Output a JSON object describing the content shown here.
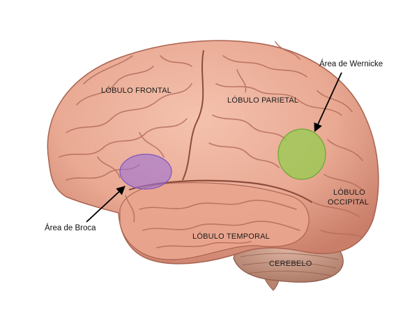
{
  "labels": {
    "frontal": "LÓBULO FRONTAL",
    "parietal": "LÓBULO PARIETAL",
    "occipital_line1": "LÓBULO",
    "occipital_line2": "OCCIPITAL",
    "temporal": "LÓBULO TEMPORAL",
    "cerebelo": "CEREBELO"
  },
  "annotations": {
    "wernicke": "Área de Wernicke",
    "broca": "Área de Broca"
  },
  "colors": {
    "brain_base": "#e9a993",
    "brain_shadow": "#c97e69",
    "gyri_line": "#b56d5b",
    "cerebellum": "#c99a87",
    "broca_fill": "#9b6fd6",
    "wernicke_fill": "#8fcf4a",
    "arrow": "#000000"
  }
}
